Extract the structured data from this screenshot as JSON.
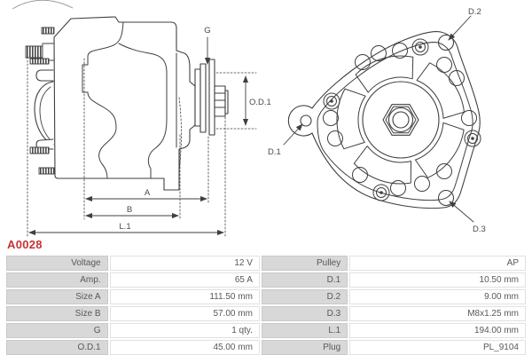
{
  "part_number": "A0028",
  "colors": {
    "accent_red": "#c43431",
    "drawing_line": "#3f3f3f",
    "label_cell_bg": "#d8d8d8",
    "label_cell_border": "#c9c9c9",
    "value_cell_border": "#e1e1e1",
    "text_gray": "#58585a"
  },
  "diagrams": {
    "side_view": {
      "labels": {
        "g": "G",
        "od1": "O.D.1",
        "a": "A",
        "b": "B",
        "l1": "L.1"
      }
    },
    "front_view": {
      "labels": {
        "d1": "D.1",
        "d2": "D.2",
        "d3": "D.3"
      }
    }
  },
  "table": {
    "rows": [
      {
        "l1": "Voltage",
        "v1": "12 V",
        "l2": "Pulley",
        "v2": "AP"
      },
      {
        "l1": "Amp.",
        "v1": "65 A",
        "l2": "D.1",
        "v2": "10.50 mm"
      },
      {
        "l1": "Size A",
        "v1": "111.50 mm",
        "l2": "D.2",
        "v2": "9.00 mm"
      },
      {
        "l1": "Size B",
        "v1": "57.00 mm",
        "l2": "D.3",
        "v2": "M8x1.25 mm"
      },
      {
        "l1": "G",
        "v1": "1 qty.",
        "l2": "L.1",
        "v2": "194.00 mm"
      },
      {
        "l1": "O.D.1",
        "v1": "45.00 mm",
        "l2": "Plug",
        "v2": "PL_9104"
      }
    ]
  }
}
